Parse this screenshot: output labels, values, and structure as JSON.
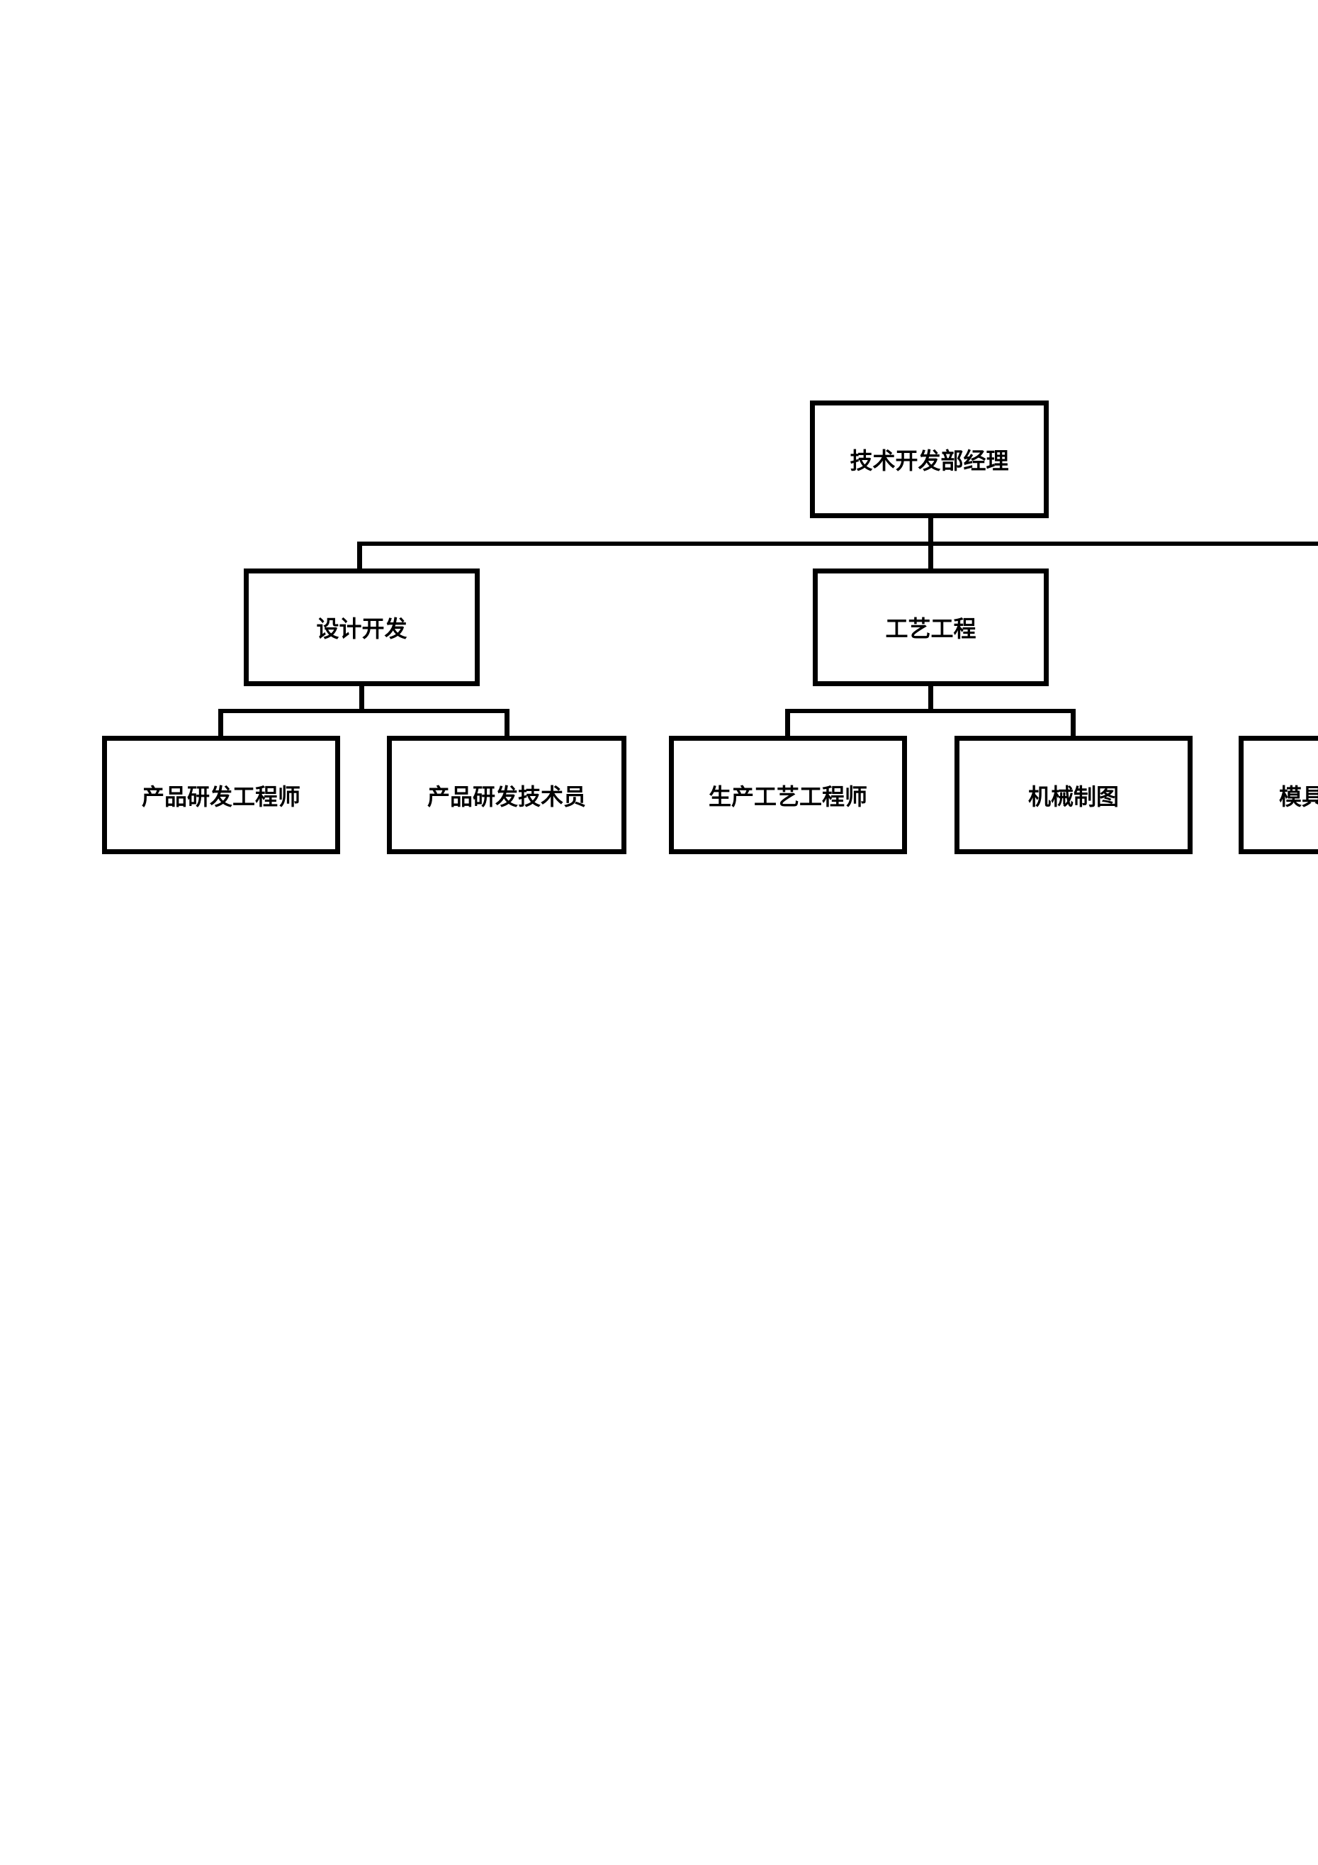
{
  "org_chart": {
    "nodes": [
      {
        "id": "root",
        "label": "技术开发部经理"
      },
      {
        "id": "design-development",
        "label": "设计开发"
      },
      {
        "id": "process-engineering",
        "label": "工艺工程"
      },
      {
        "id": "product-rd-engineer",
        "label": "产品研发工程师"
      },
      {
        "id": "product-rd-technician",
        "label": "产品研发技术员"
      },
      {
        "id": "production-process-engineer",
        "label": "生产工艺工程师"
      },
      {
        "id": "mechanical-drawing",
        "label": "机械制图"
      },
      {
        "id": "mold-clipped",
        "label": "模具"
      }
    ],
    "edges": [
      {
        "from": "root",
        "to": "design-development"
      },
      {
        "from": "root",
        "to": "process-engineering"
      },
      {
        "from": "root",
        "to": "clipped-right-branch"
      },
      {
        "from": "design-development",
        "to": "product-rd-engineer"
      },
      {
        "from": "design-development",
        "to": "product-rd-technician"
      },
      {
        "from": "process-engineering",
        "to": "production-process-engineer"
      },
      {
        "from": "process-engineering",
        "to": "mechanical-drawing"
      }
    ],
    "colors": {
      "background": "#ffffff",
      "line": "#000000",
      "box_border": "#000000",
      "box_fill": "#ffffff",
      "text": "#000000"
    }
  }
}
